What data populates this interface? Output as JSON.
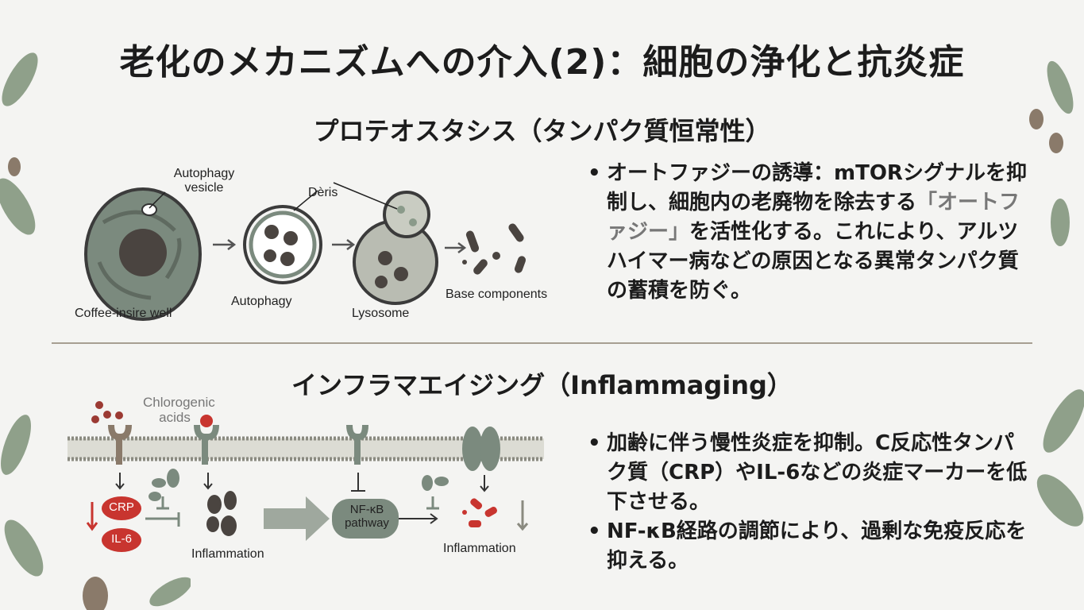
{
  "title": "老化のメカニズムへの介入(2)：細胞の浄化と抗炎症",
  "section1": {
    "heading": "プロテオスタシス（タンパク質恒常性）",
    "diagram": {
      "autophagy_vesicle": "Autophagy vesicle",
      "debris": "Dèris",
      "cell": "Coffee-insire well",
      "autophagy": "Autophagy",
      "lysosome": "Lysosome",
      "base_components": "Base components"
    },
    "text_before": "オートファジーの誘導：mTORシグナルを抑制し、細胞内の老廃物を除去する",
    "text_highlight": "「オートファジー」",
    "text_after": "を活性化する。これにより、アルツハイマー病などの原因となる異常タンパク質の蓄積を防ぐ。"
  },
  "section2": {
    "heading": "インフラマエイジング（Inflammaging）",
    "diagram": {
      "chlorogenic": "Chlorogenic acids",
      "crp": "CRP",
      "il6": "IL-6",
      "inflammation1": "Inflammation",
      "nfkb": "NF-κB pathway",
      "inflammation2": "Inflammation"
    },
    "bullets": [
      "加齢に伴う慢性炎症を抑制。C反応性タンパク質（CRP）やIL-6などの炎症マーカーを低下させる。",
      "NF-κB経路の調節により、過剰な免疫反応を抑える。"
    ]
  },
  "colors": {
    "accent_red": "#c8352f",
    "gray_green": "#7b8a7e",
    "leaf": "#8fa08a",
    "bean": "#8a7a6a"
  }
}
